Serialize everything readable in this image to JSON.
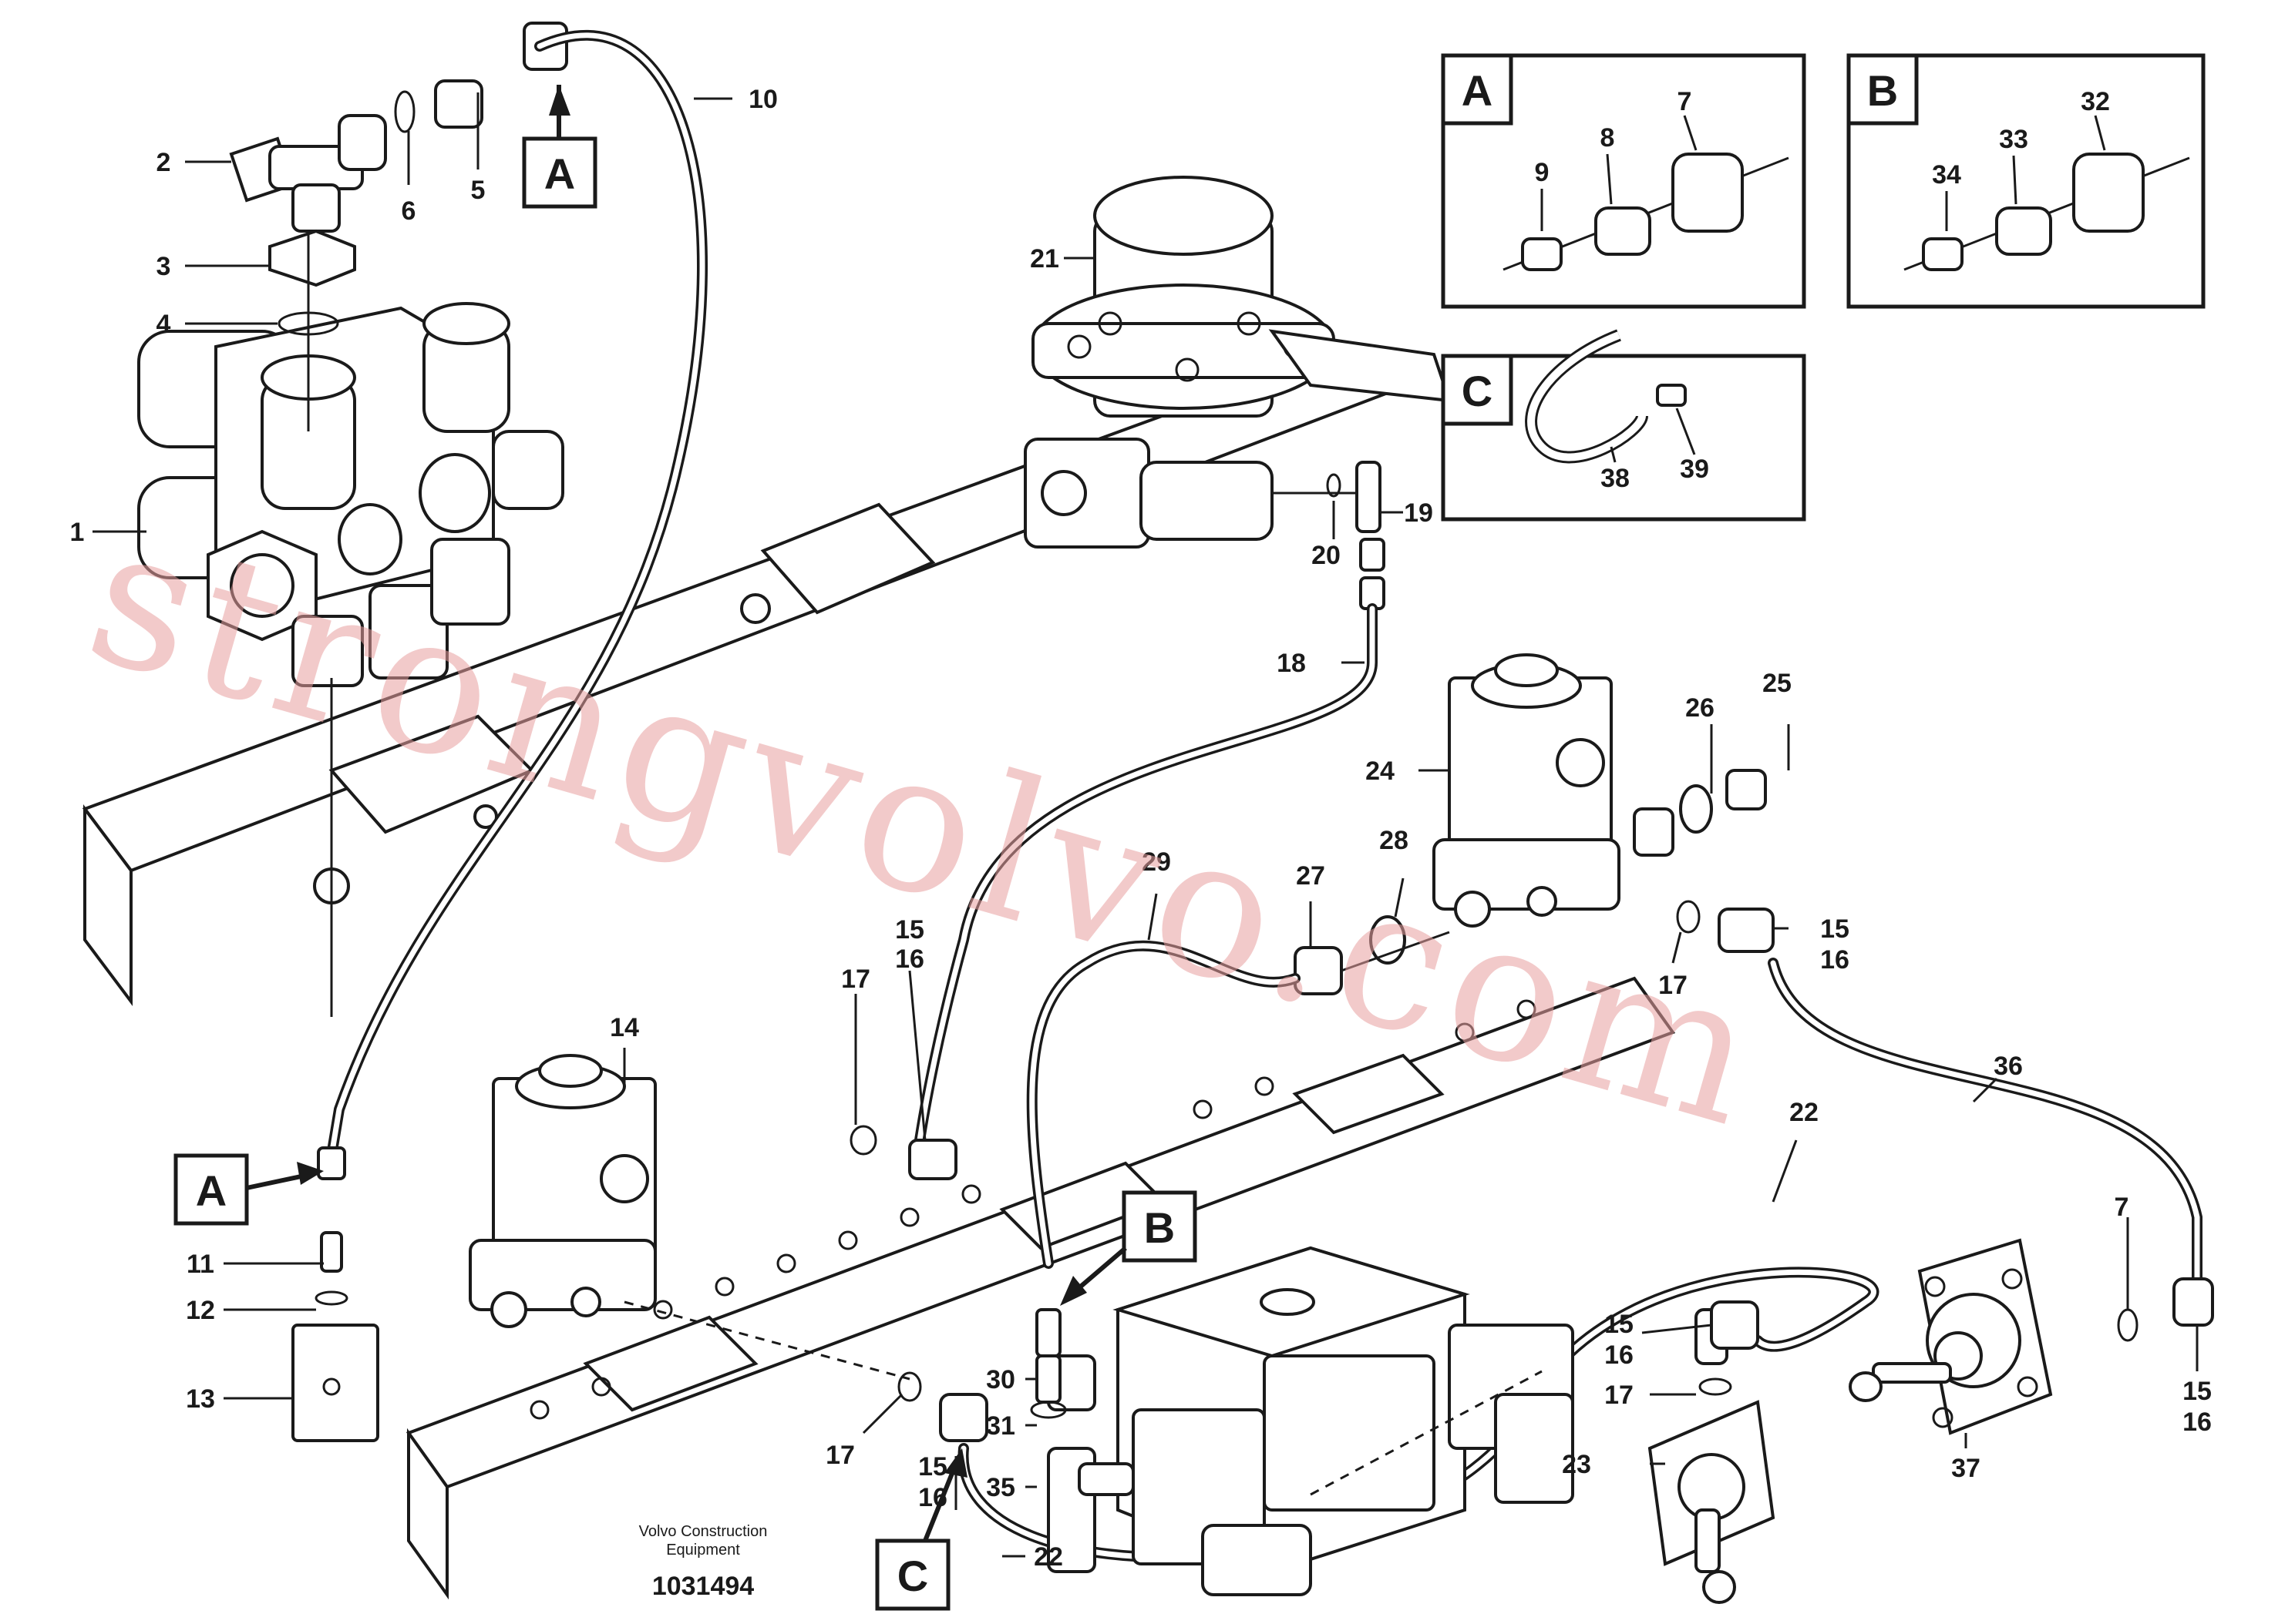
{
  "diagram": {
    "callouts": [
      "1",
      "2",
      "3",
      "4",
      "5",
      "6",
      "10",
      "11",
      "12",
      "13",
      "14",
      "15",
      "16",
      "17",
      "18",
      "19",
      "20",
      "21",
      "22",
      "23",
      "24",
      "25",
      "26",
      "27",
      "28",
      "29",
      "30",
      "31",
      "35",
      "36",
      "37"
    ],
    "detail_boxes": [
      {
        "letter": "A",
        "parts": [
          "7",
          "8",
          "9"
        ]
      },
      {
        "letter": "B",
        "parts": [
          "32",
          "33",
          "34"
        ]
      },
      {
        "letter": "C",
        "parts": [
          "38",
          "39"
        ]
      }
    ],
    "ref_markers": [
      "A",
      "A",
      "B",
      "C"
    ]
  },
  "footer": {
    "company_line1": "Volvo Construction",
    "company_line2": "Equipment",
    "drawing_number": "1031494"
  },
  "watermark": "strongvolvo.com"
}
